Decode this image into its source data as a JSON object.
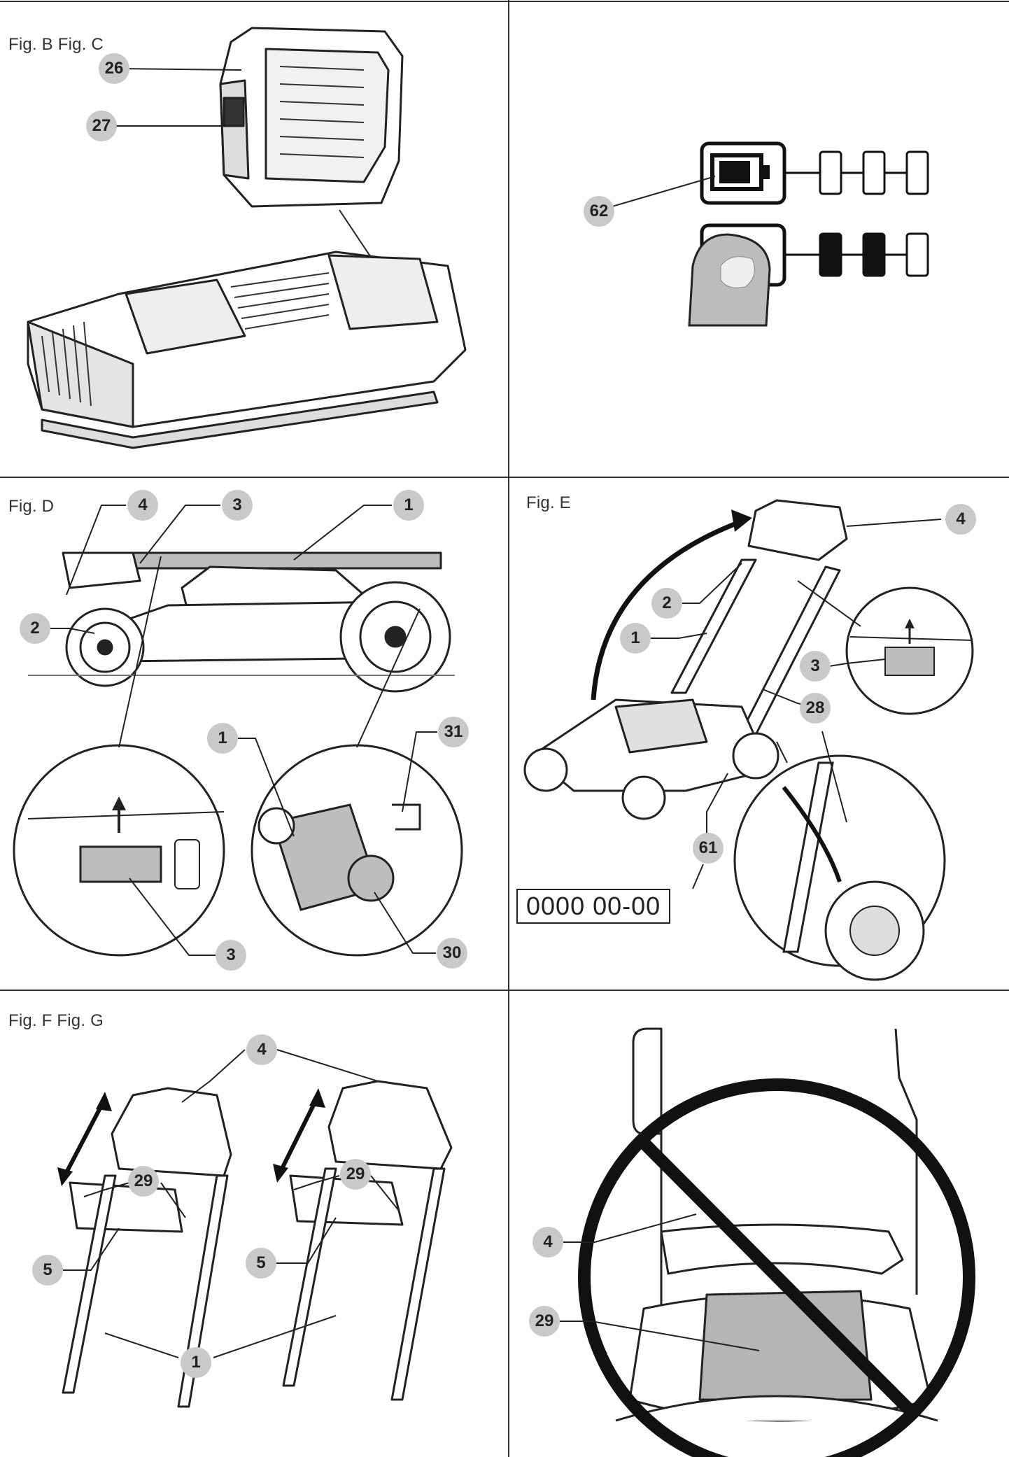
{
  "panels": {
    "top_left": {
      "title": "Fig. B Fig. C",
      "callouts": [
        "26",
        "27"
      ]
    },
    "top_right": {
      "callouts": [
        "62"
      ]
    },
    "mid_left": {
      "title": "Fig. D",
      "callouts": [
        "4",
        "3",
        "1",
        "2",
        "1",
        "31",
        "3",
        "30"
      ]
    },
    "mid_right": {
      "title": "Fig. E",
      "callouts": [
        "4",
        "2",
        "1",
        "3",
        "28",
        "61"
      ],
      "date_code": "0000 00-00"
    },
    "bottom_left": {
      "title": "Fig. F Fig. G",
      "callouts": [
        "4",
        "29",
        "29",
        "5",
        "5",
        "1"
      ]
    },
    "bottom_right": {
      "callouts": [
        "4",
        "29"
      ]
    }
  },
  "colors": {
    "line": "#222222",
    "callout_fill": "#c9c9c9",
    "fill_grey": "#b5b5b5",
    "prohibition": "#111111"
  }
}
